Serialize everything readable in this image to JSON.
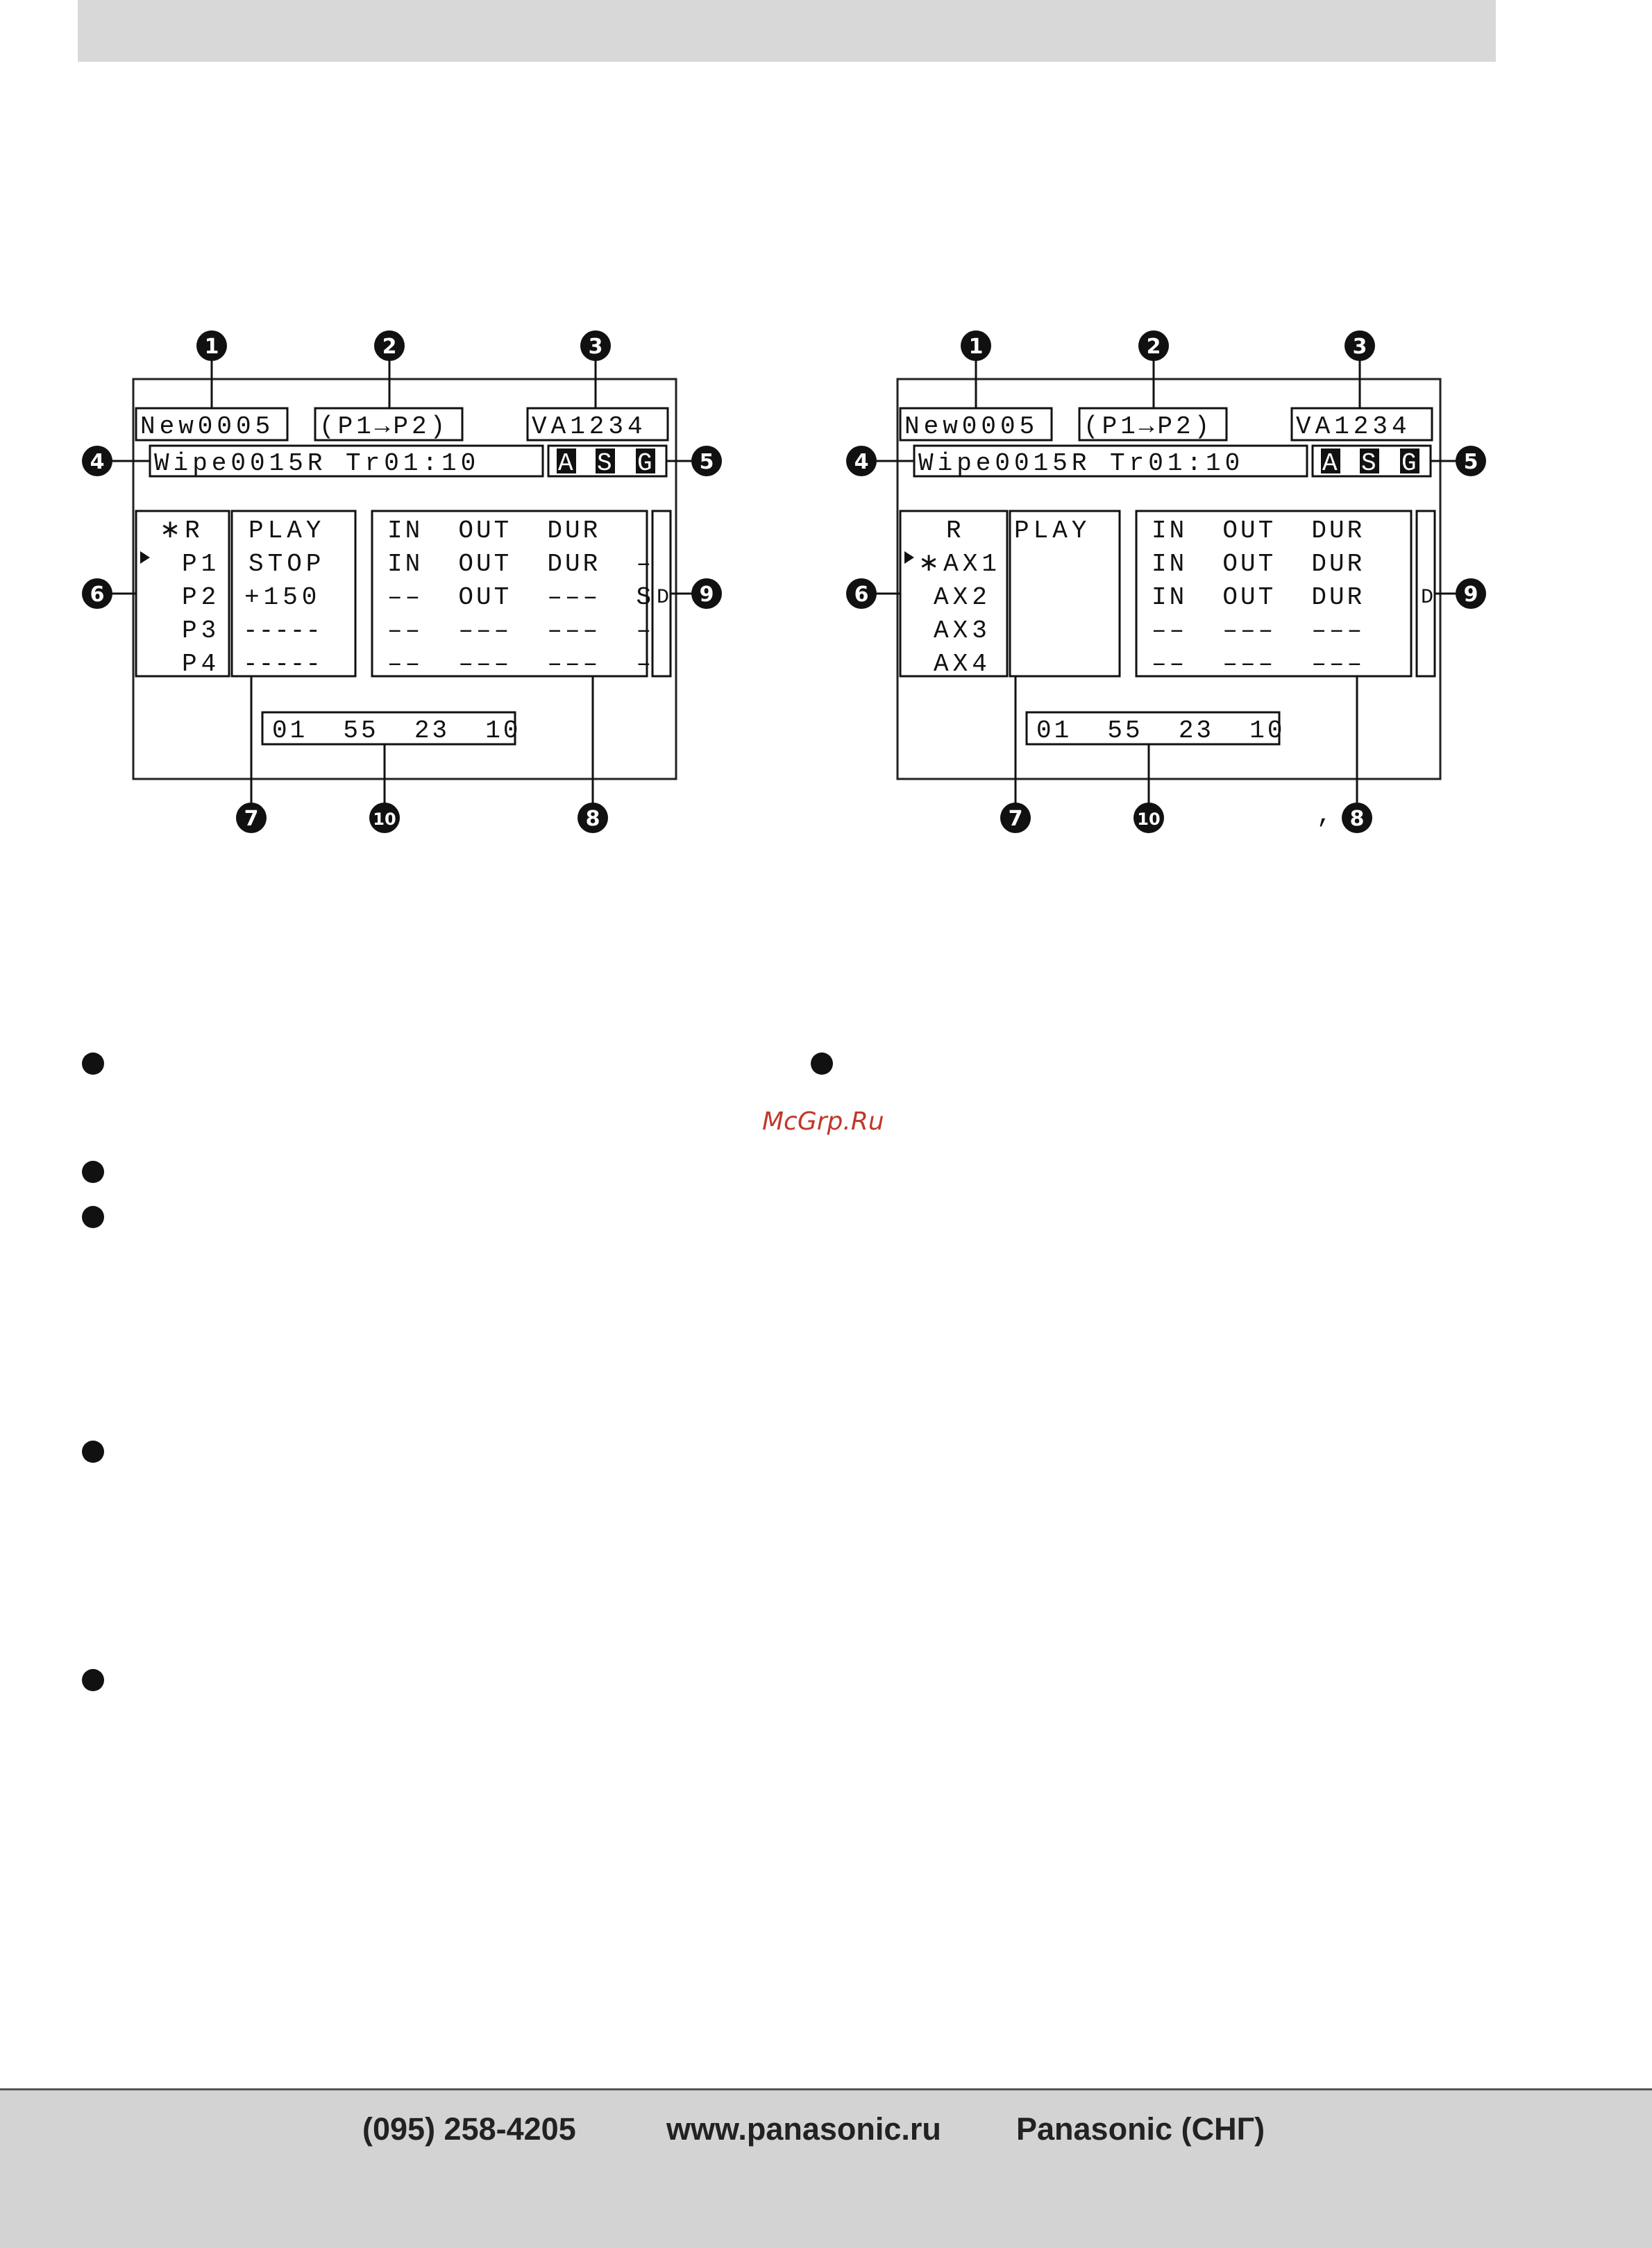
{
  "diagram_left": {
    "header": {
      "mode": "New0005",
      "route": "(P1→P2)",
      "channels": "VA1234"
    },
    "effect": {
      "text": "Wipe0015R Tr01:10",
      "flags": [
        "A",
        "S",
        "G"
      ]
    },
    "sources": {
      "r": "∗R",
      "p1": "P1",
      "p2": "P2",
      "p3": "P3",
      "p4": "P4"
    },
    "status": {
      "r": "PLAY",
      "p1": "STOP",
      "p2": "+150",
      "p3": "-----",
      "p4": "-----"
    },
    "points": {
      "row1": "IN  OUT  DUR",
      "row2": "IN  OUT  DUR  –",
      "row3": "––  OUT  –––  S",
      "row4": "––  –––  –––  –",
      "row5": "––  –––  –––  –"
    },
    "side": "D",
    "timecode": "01  55  23  10"
  },
  "diagram_right": {
    "header": {
      "mode": "New0005",
      "route": "(P1→P2)",
      "channels": "VA1234"
    },
    "effect": {
      "text": "Wipe0015R Tr01:10",
      "flags": [
        "A",
        "S",
        "G"
      ]
    },
    "sources": {
      "r": "R",
      "ax1": "∗AX1",
      "ax2": "AX2",
      "ax3": "AX3",
      "ax4": "AX4"
    },
    "status": {
      "r": "PLAY"
    },
    "points": {
      "row1": "IN  OUT  DUR",
      "row2": "IN  OUT  DUR",
      "row3": "IN  OUT  DUR",
      "row4": "––  –––  –––",
      "row5": "––  –––  –––"
    },
    "side": "D",
    "timecode": "01  55  23  10",
    "mark": ","
  },
  "callouts": [
    "1",
    "2",
    "3",
    "4",
    "5",
    "6",
    "7",
    "8",
    "9",
    "10"
  ],
  "watermark": "McGrp.Ru",
  "footer": {
    "phone": "(095) 258-4205",
    "website": "www.panasonic.ru",
    "brand": "Panasonic (СНГ)"
  }
}
